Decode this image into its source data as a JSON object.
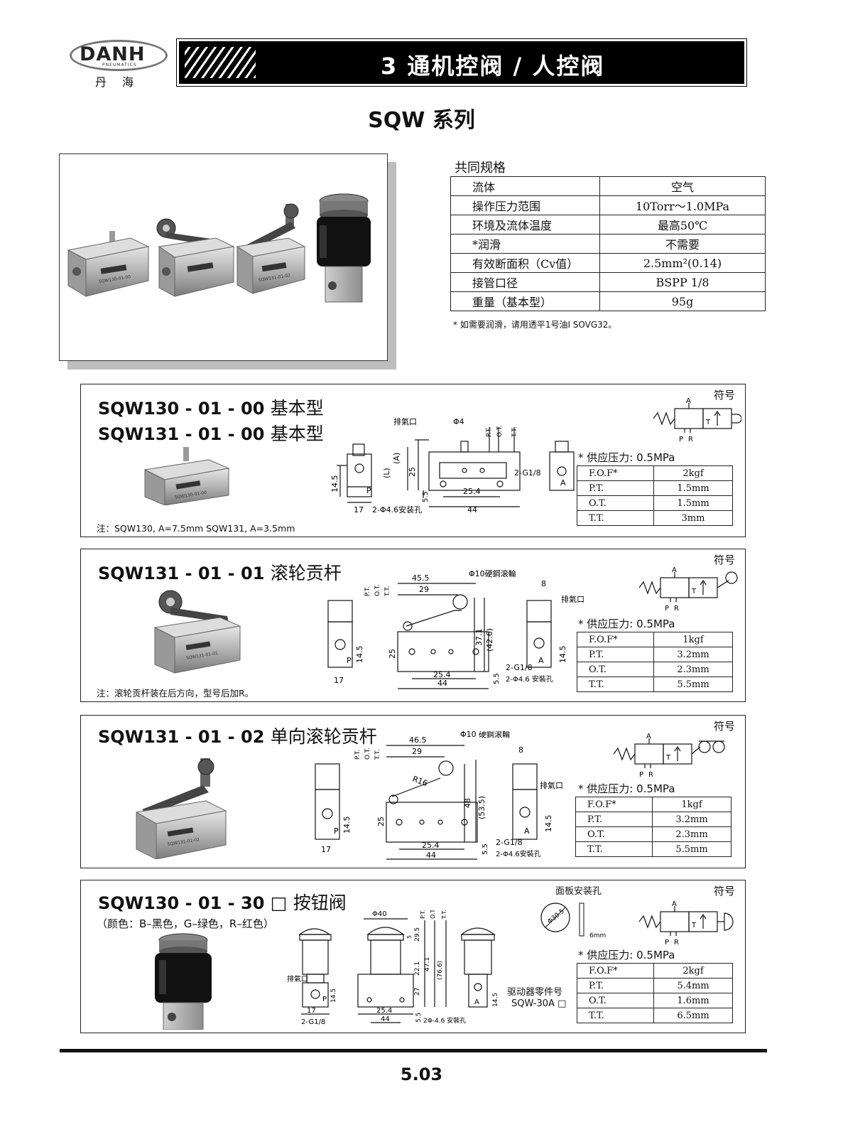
{
  "header": {
    "brand": "DANH",
    "brand_sub": "PNEUMATICS",
    "brand_cn": "丹海",
    "banner_title": "3 通机控阀 / 人控阀"
  },
  "series_title": "SQW 系列",
  "spec": {
    "heading": "共同规格",
    "rows": [
      {
        "label": "流体",
        "value": "空气"
      },
      {
        "label": "操作压力范围",
        "value": "10Torr～1.0MPa"
      },
      {
        "label": "环境及流体温度",
        "value": "最高50℃"
      },
      {
        "label": "*润滑",
        "value": "不需要"
      },
      {
        "label": "有效断面积（Cv值）",
        "value": "2.5mm²(0.14)"
      },
      {
        "label": "接管口径",
        "value": "BSPP 1/8"
      },
      {
        "label": "重量（基本型）",
        "value": "95g"
      }
    ],
    "note": "* 如需要润滑，请用透平1号油I SOVG32。"
  },
  "photo_labels": [
    "SQW130-01-00",
    "SQW131-01-02"
  ],
  "panels": [
    {
      "title1_model": "SQW130 - 01 - 00",
      "title1_cn": "基本型",
      "title2_model": "SQW131 - 01 - 00",
      "title2_cn": "基本型",
      "symbol_label": "符号",
      "pressure": "* 供应压力: 0.5MPa",
      "table": [
        [
          "F.O.F*",
          "2kgf"
        ],
        [
          "P.T.",
          "1.5mm"
        ],
        [
          "O.T.",
          "1.5mm"
        ],
        [
          "T.T.",
          "3mm"
        ]
      ],
      "note": "注：SQW130,   A=7.5mm          SQW131,   A=3.5mm",
      "dims": {
        "exhaust": "排氣口",
        "phi4": "Φ4",
        "pt": "P.T.",
        "ot": "O.T.",
        "tt": "T.T.",
        "A": "(A)",
        "L": "(L)",
        "h25": "25",
        "h145": "14.5",
        "w17": "17",
        "h55": "5.5",
        "w254": "25.4",
        "w44": "44",
        "holes": "2-Φ4.6安装孔",
        "port": "2-G1/8",
        "pP": "P",
        "pA": "A",
        "pR": "R",
        "pT": "T"
      },
      "photo_text": "SQW130-01-00"
    },
    {
      "title1_model": "SQW131 - 01 - 01",
      "title1_cn": "滚轮贡杆",
      "symbol_label": "符号",
      "pressure": "* 供应压力: 0.5MPa",
      "table": [
        [
          "F.O.F*",
          "1kgf"
        ],
        [
          "P.T.",
          "3.2mm"
        ],
        [
          "O.T.",
          "2.3mm"
        ],
        [
          "T.T.",
          "5.5mm"
        ]
      ],
      "note": "注：滚轮贡杆装在后方向，型号后加R。",
      "dims": {
        "exhaust": "排氣口",
        "roller": "Φ10硬鋼滚輪",
        "pt": "P.T.",
        "ot": "O.T.",
        "tt": "T.T.",
        "w455": "45.5",
        "w29": "29",
        "w8": "8",
        "h371": "37.1",
        "h426": "(42.6)",
        "h25": "25",
        "h145": "14.5",
        "w17": "17",
        "h55": "5.5",
        "w254": "25.4",
        "w44": "44",
        "holes": "2-Φ4.6 安裝孔",
        "port": "2-G1/8",
        "pP": "P",
        "pA": "A",
        "pR": "R",
        "pT": "T"
      },
      "photo_text": "SQW131-01-01"
    },
    {
      "title1_model": "SQW131 - 01 - 02",
      "title1_cn": "单向滚轮贡杆",
      "symbol_label": "符号",
      "pressure": "* 供应压力: 0.5MPa",
      "table": [
        [
          "F.O.F*",
          "1kgf"
        ],
        [
          "P.T.",
          "3.2mm"
        ],
        [
          "O.T.",
          "2.3mm"
        ],
        [
          "T.T.",
          "5.5mm"
        ]
      ],
      "dims": {
        "exhaust": "排氣口",
        "roller": "Φ10 硬鋼滚輪",
        "pt": "P.T.",
        "ot": "O.T.",
        "tt": "T.T.",
        "w465": "46.5",
        "w29": "29",
        "w8": "8",
        "r16": "R16",
        "h48": "48",
        "h535": "(53.5)",
        "h25": "25",
        "h145": "14.5",
        "w17": "17",
        "h55": "5.5",
        "w254": "25.4",
        "w44": "44",
        "holes": "2-Φ4.6安裝孔",
        "port": "2-G1/8",
        "pP": "P",
        "pA": "A",
        "pR": "R",
        "pT": "T"
      },
      "photo_text": "SQW131-01-02"
    },
    {
      "title1_model": "SQW130 - 01 - 30",
      "title1_box": "□",
      "title1_cn": "按钮阀",
      "subtitle": "（颜色：B–黑色，G–绿色，R–红色）",
      "symbol_label": "符号",
      "panel_hole_label": "面板安装孔",
      "pressure": "* 供应压力: 0.5MPa",
      "table": [
        [
          "F.O.F*",
          "2kgf"
        ],
        [
          "P.T.",
          "5.4mm"
        ],
        [
          "O.T.",
          "1.6mm"
        ],
        [
          "T.T.",
          "6.5mm"
        ]
      ],
      "actuator_label": "驱动器零件号",
      "actuator_part": "SQW-30A □",
      "dims": {
        "exhaust": "排氣口",
        "phi40": "Φ40",
        "phi305": "Φ30.5",
        "mm6": "6mm",
        "pt": "P.T.",
        "ot": "O.T.",
        "tt": "T.T.",
        "h5": "5",
        "h295": "29.5",
        "h221": "22.1",
        "h471": "47.1",
        "h27": "27",
        "h766": "(76.6)",
        "h145": "14.5",
        "w17": "17",
        "h55": "5.5",
        "w254": "25.4",
        "w44": "44",
        "holes": "2Φ-4.6 安裝孔",
        "port": "2-G1/8",
        "pP": "P",
        "pA": "A",
        "pR": "R",
        "pT": "T"
      }
    }
  ],
  "page_number": "5.03"
}
